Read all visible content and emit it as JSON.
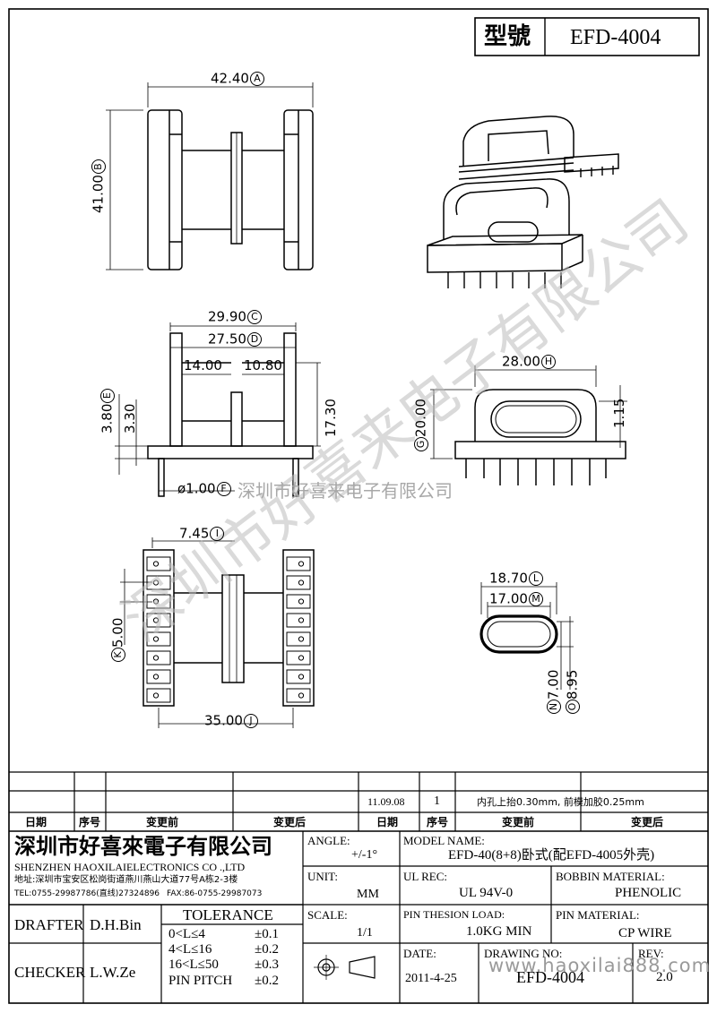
{
  "header": {
    "model_label": "型號",
    "model_value": "EFD-4004"
  },
  "dimensions": {
    "A": "42.40",
    "B": "41.00",
    "C": "29.90",
    "D": "27.50",
    "d_14": "14.00",
    "d_1080": "10.80",
    "E": "3.80",
    "d_330": "3.30",
    "d_1730": "17.30",
    "F": "ø1.00",
    "G": "20.00",
    "H": "28.00",
    "d_115": "1.15",
    "I": "7.45",
    "J": "35.00",
    "K": "5.00",
    "L": "18.70",
    "M": "17.00",
    "N": "7.00",
    "O": "8.95"
  },
  "markers": {
    "A": "A",
    "B": "B",
    "C": "C",
    "D": "D",
    "E": "E",
    "F": "F",
    "G": "G",
    "H": "H",
    "I": "I",
    "J": "J",
    "K": "K",
    "L": "L",
    "M": "M",
    "N": "N",
    "O": "O"
  },
  "watermarks": {
    "diagonal": "深圳市好喜来电子有限公司",
    "center": "深圳市好喜来电子有限公司",
    "bottom": "www.haoxilai888.com"
  },
  "revision_table": {
    "row1": {
      "date": "11.09.08",
      "seq": "1",
      "after": "内孔上抬0.30mm, 前模加胶0.25mm"
    },
    "headers": {
      "date": "日期",
      "seq": "序号",
      "before": "变更前",
      "after": "变更后"
    }
  },
  "title_block": {
    "company_cn": "深圳市好喜來電子有限公司",
    "company_en": "SHENZHEN HAOXILAIELECTRONICS CO .,LTD",
    "address": "地址:深圳市宝安区松岗街道燕川燕山大道77号A栋2-3楼",
    "tel": "TEL:0755-29987786(直线)27324896",
    "fax": "FAX:86-0755-29987073",
    "angle_label": "ANGLE:",
    "angle_value": "+/-1°",
    "model_name_label": "MODEL NAME:",
    "model_name_value": "EFD-40(8+8)卧式(配EFD-4005外壳)",
    "unit_label": "UNIT:",
    "unit_value": "MM",
    "ul_rec_label": "UL REC:",
    "ul_rec_value": "UL 94V-0",
    "bobbin_label": "BOBBIN MATERIAL:",
    "bobbin_value": "PHENOLIC",
    "scale_label": "SCALE:",
    "scale_value": "1/1",
    "pin_load_label": "PIN THESION LOAD:",
    "pin_load_value": "1.0KG MIN",
    "pin_material_label": "PIN MATERIAL:",
    "pin_material_value": "CP  WIRE",
    "date_label": "DATE:",
    "date_value": "2011-4-25",
    "drawing_no_label": "DRAWING NO:",
    "drawing_no_value": "EFD-4004",
    "rev_label": "REV:",
    "rev_value": "2.0",
    "drafter_label": "DRAFTER",
    "drafter_value": "D.H.Bin",
    "checker_label": "CHECKER",
    "checker_value": "L.W.Ze",
    "tolerance_label": "TOLERANCE",
    "tol1_range": "0<L≤4",
    "tol1_value": "±0.1",
    "tol2_range": "4<L≤16",
    "tol2_value": "±0.2",
    "tol3_range": "16<L≤50",
    "tol3_value": "±0.3",
    "tol4_range": "PIN PITCH",
    "tol4_value": "±0.2"
  }
}
